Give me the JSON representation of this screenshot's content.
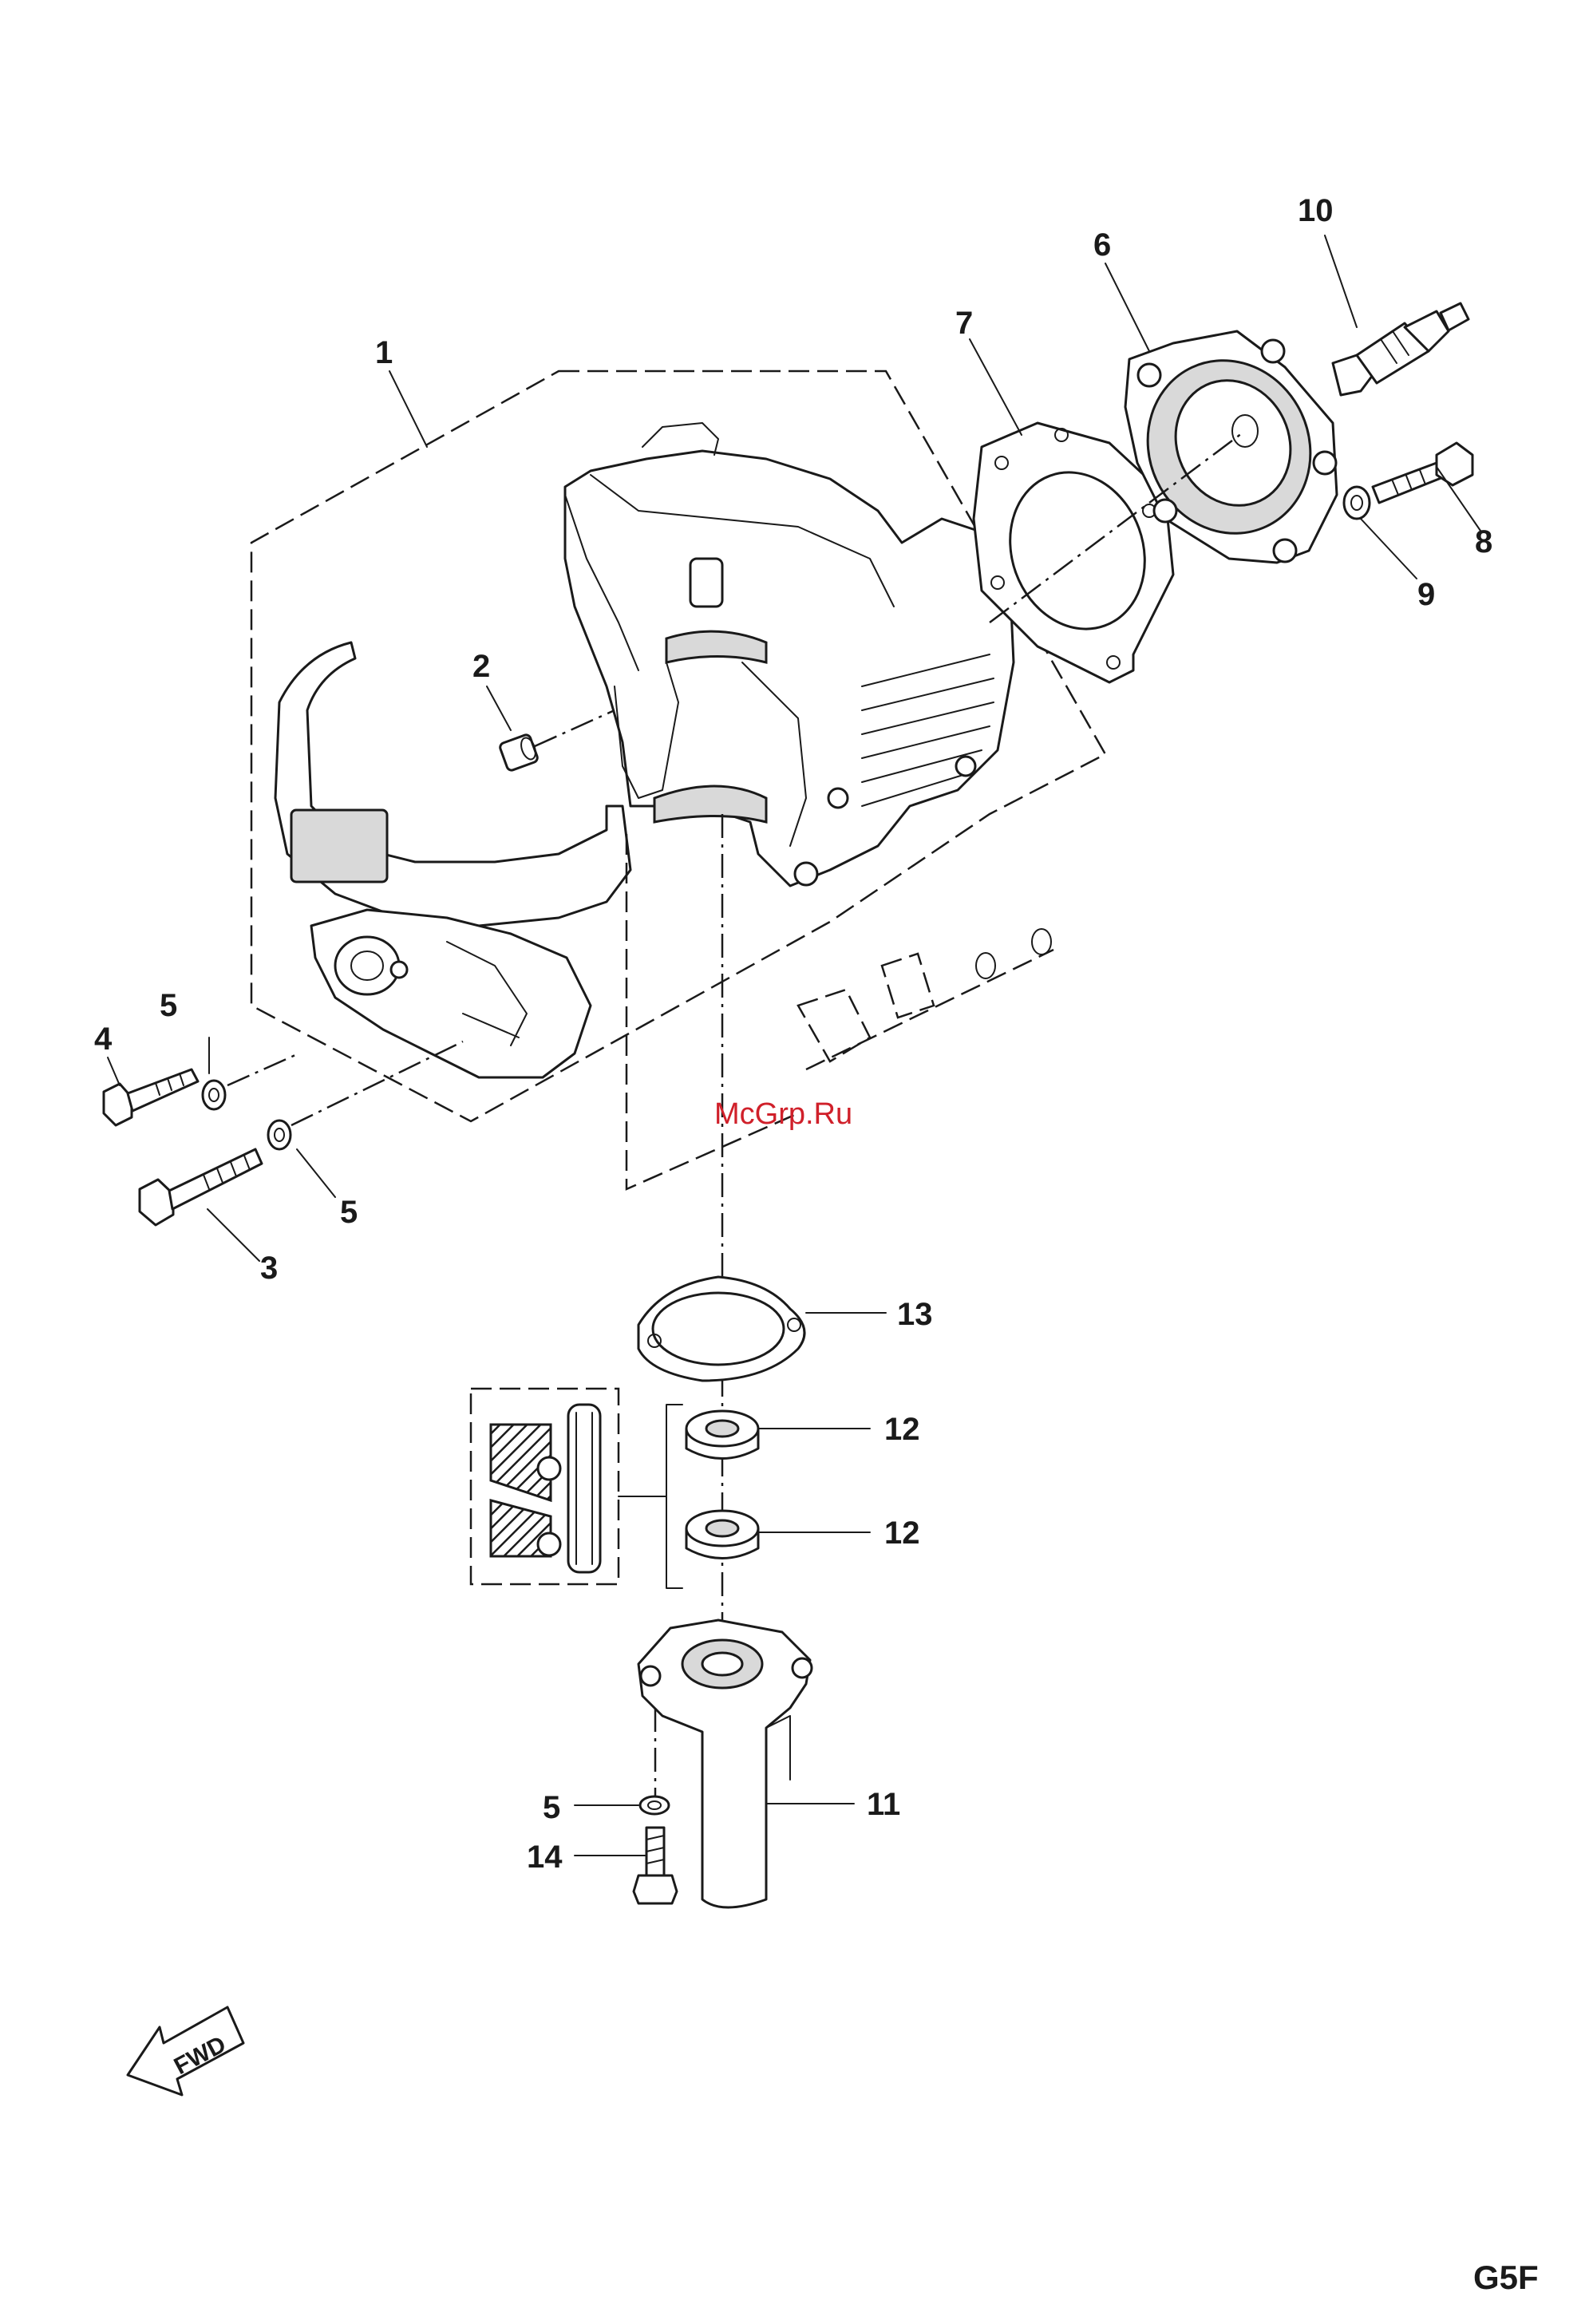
{
  "callouts": {
    "c1": "1",
    "c2": "2",
    "c3": "3",
    "c4": "4",
    "c5a": "5",
    "c5b": "5",
    "c5c": "5",
    "c6": "6",
    "c7": "7",
    "c8": "8",
    "c9": "9",
    "c10": "10",
    "c11": "11",
    "c12a": "12",
    "c12b": "12",
    "c13": "13",
    "c14": "14"
  },
  "watermark": "McGrp.Ru",
  "direction_label": "FWD",
  "page_code": "G5F",
  "colors": {
    "line": "#1a1a1a",
    "watermark": "#d0202a",
    "shade": "#d9d9d9"
  }
}
